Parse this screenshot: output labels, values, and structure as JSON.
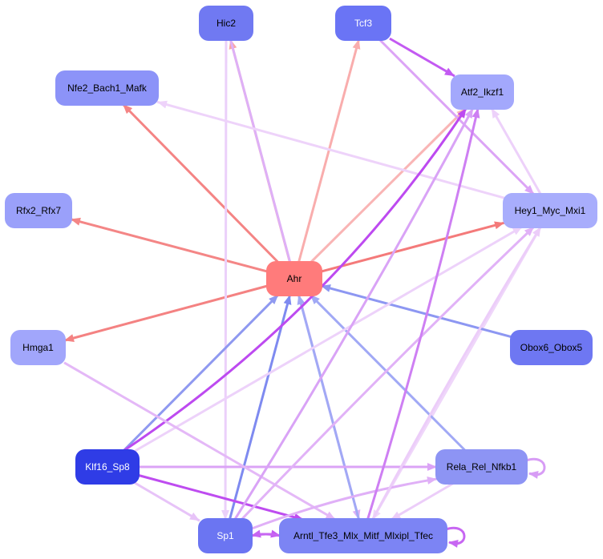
{
  "diagram": {
    "nodes": [
      {
        "id": "ahr",
        "label": "Ahr",
        "fill": "#FF7B7B",
        "text_color": "#000000"
      },
      {
        "id": "hic2",
        "label": "Hic2",
        "fill": "#7079F2",
        "text_color": "#000000"
      },
      {
        "id": "tcf3",
        "label": "Tcf3",
        "fill": "#6A74F5",
        "text_color": "#ffffff"
      },
      {
        "id": "nfe2",
        "label": "Nfe2_Bach1_Mafk",
        "fill": "#8C93F8",
        "text_color": "#000000"
      },
      {
        "id": "atf2",
        "label": "Atf2_Ikzf1",
        "fill": "#A3A8FC",
        "text_color": "#000000"
      },
      {
        "id": "rfx2",
        "label": "Rfx2_Rfx7",
        "fill": "#9AA0FA",
        "text_color": "#000000"
      },
      {
        "id": "hey1",
        "label": "Hey1_Myc_Mxi1",
        "fill": "#A8ADFC",
        "text_color": "#000000"
      },
      {
        "id": "hmga1",
        "label": "Hmga1",
        "fill": "#A1A6FB",
        "text_color": "#000000"
      },
      {
        "id": "obox6",
        "label": "Obox6_Obox5",
        "fill": "#6E77F2",
        "text_color": "#000000"
      },
      {
        "id": "klf16",
        "label": "Klf16_Sp8",
        "fill": "#2F3CE6",
        "text_color": "#ffffff"
      },
      {
        "id": "rela",
        "label": "Rela_Rel_Nfkb1",
        "fill": "#8D94F4",
        "text_color": "#000000"
      },
      {
        "id": "sp1",
        "label": "Sp1",
        "fill": "#6B75F2",
        "text_color": "#ffffff"
      },
      {
        "id": "arntl",
        "label": "Arntl_Tfe3_Mlx_Mitf_Mlxipl_Tfec",
        "fill": "#7C84F4",
        "text_color": "#000000"
      }
    ],
    "edges": [
      {
        "from": "ahr",
        "to": "hic2",
        "color": "#F9A6A6"
      },
      {
        "from": "ahr",
        "to": "tcf3",
        "color": "#F9ADAD"
      },
      {
        "from": "ahr",
        "to": "nfe2",
        "color": "#F48484"
      },
      {
        "from": "ahr",
        "to": "atf2",
        "color": "#F9B5B5"
      },
      {
        "from": "ahr",
        "to": "rfx2",
        "color": "#F48686"
      },
      {
        "from": "ahr",
        "to": "hey1",
        "color": "#F47A7A"
      },
      {
        "from": "ahr",
        "to": "hmga1",
        "color": "#F48282"
      },
      {
        "from": "tcf3",
        "to": "atf2",
        "color": "#C35AF2"
      },
      {
        "from": "tcf3",
        "to": "hey1",
        "color": "#DCA4F6"
      },
      {
        "from": "hic2",
        "to": "sp1",
        "color": "#EBD0FA"
      },
      {
        "from": "hic2",
        "to": "arntl",
        "color": "#DEB0F7"
      },
      {
        "from": "hey1",
        "to": "atf2",
        "color": "#EDD1FA"
      },
      {
        "from": "hey1",
        "to": "nfe2",
        "color": "#EED3FA"
      },
      {
        "from": "hey1",
        "to": "arntl",
        "color": "#EFD6FA"
      },
      {
        "from": "klf16",
        "to": "ahr",
        "color": "#8F99F0"
      },
      {
        "from": "obox6",
        "to": "ahr",
        "color": "#8D97F2"
      },
      {
        "from": "sp1",
        "to": "ahr",
        "color": "#7E8AF0"
      },
      {
        "from": "arntl",
        "to": "ahr",
        "color": "#A1A9F5"
      },
      {
        "from": "rela",
        "to": "ahr",
        "color": "#A1A9F5"
      },
      {
        "from": "klf16",
        "to": "atf2",
        "color": "#BD4AF0"
      },
      {
        "from": "klf16",
        "to": "hey1",
        "color": "#EDD2FA"
      },
      {
        "from": "klf16",
        "to": "rela",
        "color": "#DBA3F6"
      },
      {
        "from": "klf16",
        "to": "arntl",
        "color": "#BE4CF0"
      },
      {
        "from": "klf16",
        "to": "sp1",
        "color": "#E7C3F8"
      },
      {
        "from": "hmga1",
        "to": "arntl",
        "color": "#E4B8F7"
      },
      {
        "from": "sp1",
        "to": "atf2",
        "color": "#D9A3F6"
      },
      {
        "from": "sp1",
        "to": "hey1",
        "color": "#E1B2F7"
      },
      {
        "from": "sp1",
        "to": "rela",
        "color": "#E0B0F7"
      },
      {
        "from": "sp1",
        "to": "arntl",
        "color": "#C35AF2"
      },
      {
        "from": "arntl",
        "to": "atf2",
        "color": "#CE7FF3"
      },
      {
        "from": "arntl",
        "to": "sp1",
        "color": "#C766F2"
      },
      {
        "from": "arntl",
        "to": "hey1",
        "color": "#ECCDF9"
      },
      {
        "from": "arntl",
        "to": "arntl",
        "color": "#C766F2"
      },
      {
        "from": "rela",
        "to": "arntl",
        "color": "#ECCDF9"
      },
      {
        "from": "rela",
        "to": "rela",
        "color": "#D79CF5"
      }
    ]
  }
}
